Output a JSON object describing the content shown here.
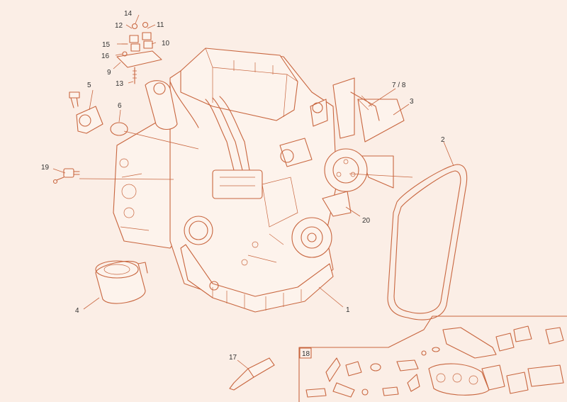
{
  "colors": {
    "background": "#fbeee6",
    "line": "#c8663f",
    "label": "#333333"
  },
  "callouts": {
    "c1": "1",
    "c2": "2",
    "c3": "3",
    "c4": "4",
    "c5": "5",
    "c6": "6",
    "c78": "7 / 8",
    "c9": "9",
    "c10": "10",
    "c11": "11",
    "c12": "12",
    "c13": "13",
    "c14": "14",
    "c15": "15",
    "c16": "16",
    "c17": "17",
    "c18": "18",
    "c19": "19",
    "c20": "20"
  }
}
